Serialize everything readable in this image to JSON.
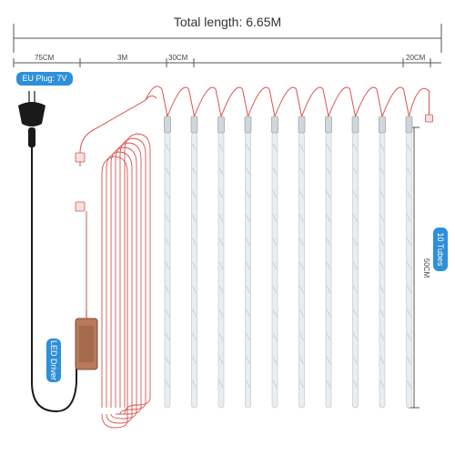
{
  "title": "Total length: 6.65M",
  "dimensions": {
    "plug_lead": "75CM",
    "driver_lead": "3M",
    "connector_lead": "30CM",
    "tube_spacing": "20CM",
    "tube_length": "50CM"
  },
  "badges": {
    "plug": "EU Plug: 7V",
    "driver": "LED Driver",
    "tubes": "10 Tubes"
  },
  "tube_count": 10,
  "colors": {
    "badge": "#2f8fd8",
    "wire_red": "#d9534f",
    "wire_black": "#1a1a1a",
    "tube": "#e9eef2",
    "driver_box": "#b87a5a"
  }
}
